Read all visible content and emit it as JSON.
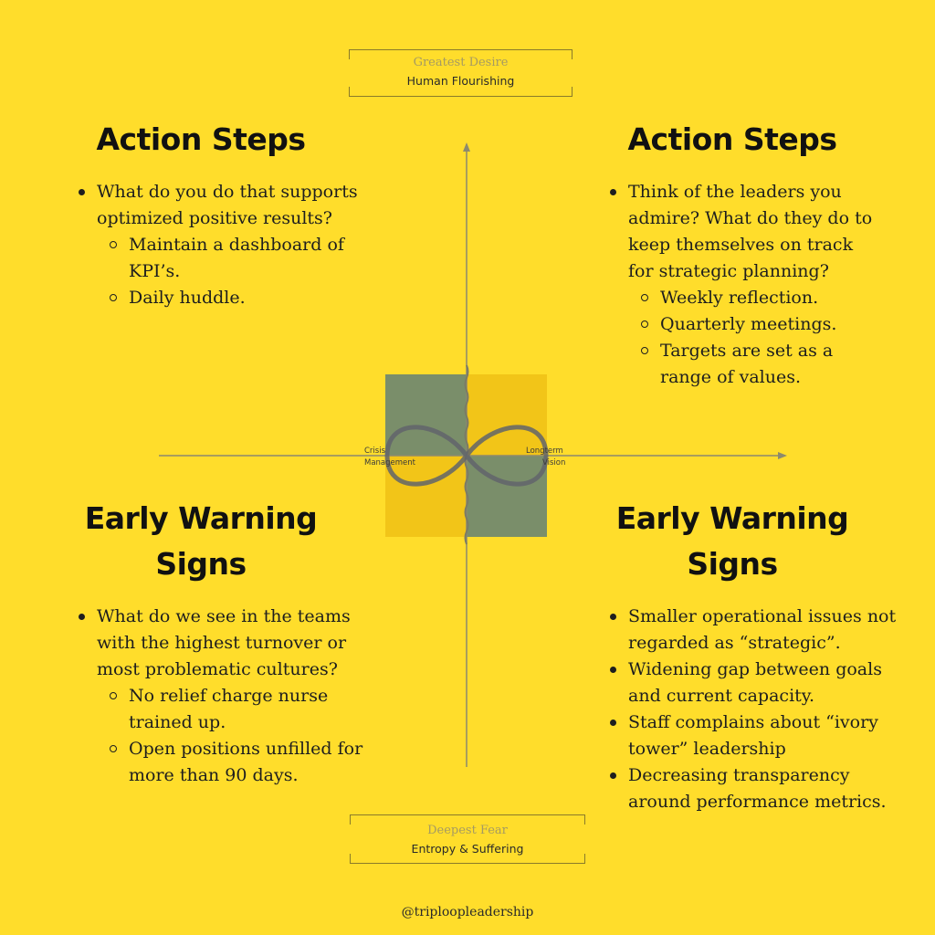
{
  "top_tag": {
    "title": "Greatest Desire",
    "subtitle": "Human Flourishing"
  },
  "bottom_tag": {
    "title": "Deepest Fear",
    "subtitle": "Entropy & Suffering"
  },
  "axis": {
    "left_label_line1": "Crisis",
    "left_label_line2": "Management",
    "right_label_line1": "Longterm",
    "right_label_line2": "Vision"
  },
  "colors": {
    "background": "#FFDD2B",
    "green_block": "#7A8E6A",
    "gold_block": "#F2C518",
    "infinity": "#62646B"
  },
  "top_left": {
    "heading": "Action Steps",
    "bullet": "What do you do that supports optimized positive results?",
    "sub": [
      "Maintain a dashboard of KPI’s.",
      "Daily huddle."
    ]
  },
  "top_right": {
    "heading": "Action Steps",
    "bullet": "Think of the leaders you admire? What do they do to keep themselves on track for strategic planning?",
    "sub": [
      "Weekly reflection.",
      "Quarterly meetings.",
      "Targets are set as a range of values."
    ]
  },
  "bottom_left": {
    "heading_line1": "Early Warning",
    "heading_line2": "Signs",
    "bullet": "What do we see in the teams with the highest turnover or most problematic cultures?",
    "sub": [
      "No relief charge nurse trained up.",
      "Open positions unfilled for more than 90 days."
    ]
  },
  "bottom_right": {
    "heading_line1": "Early Warning",
    "heading_line2": "Signs",
    "bullets": [
      "Smaller operational issues not regarded as “strategic”.",
      "Widening gap between goals and current capacity.",
      "Staff complains about “ivory tower” leadership",
      "Decreasing transparency around performance metrics."
    ]
  },
  "footer": "@triploopleadership"
}
